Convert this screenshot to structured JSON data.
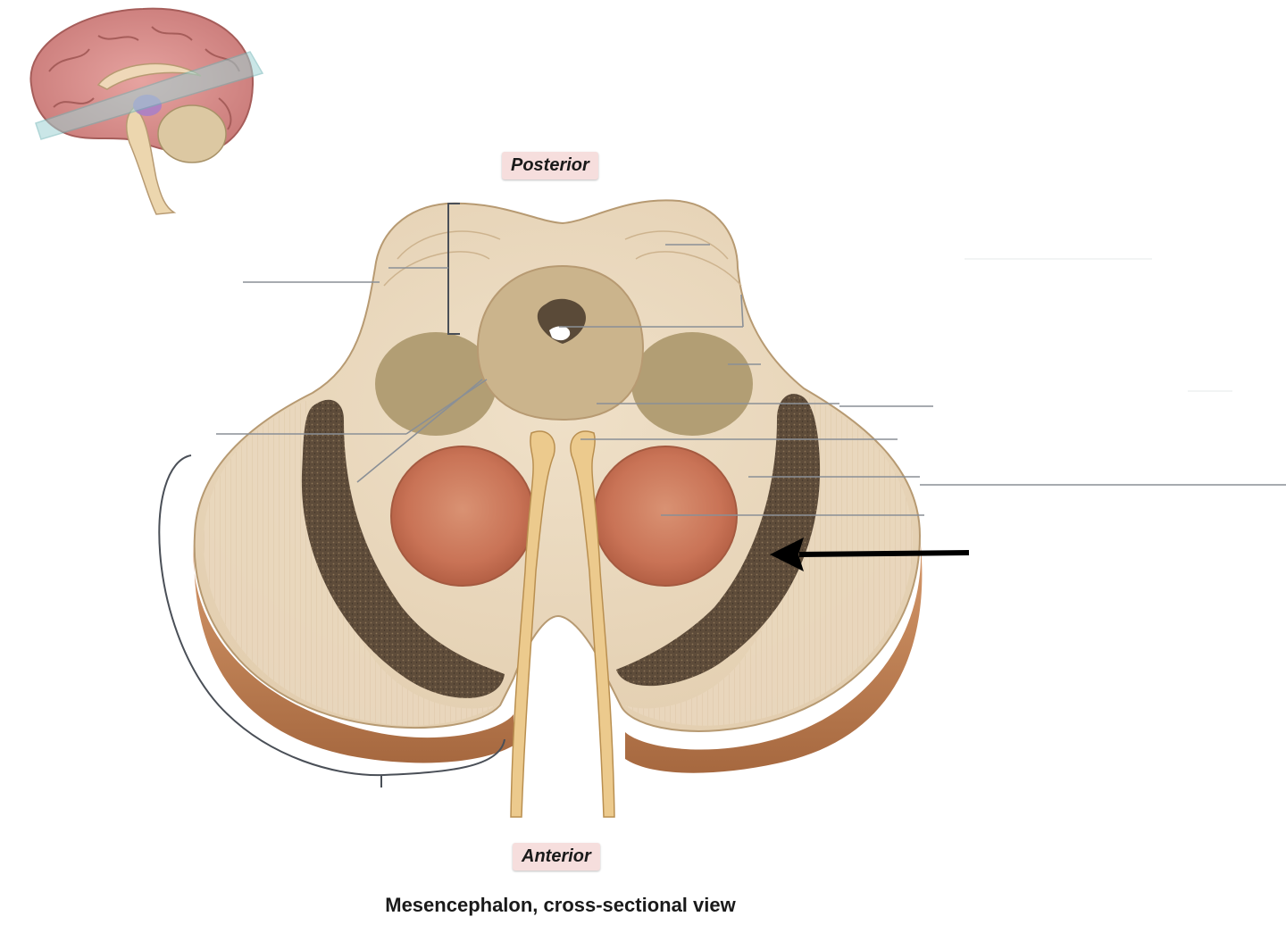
{
  "orientation": {
    "posterior": "Posterior",
    "anterior": "Anterior"
  },
  "caption": "Mesencephalon, cross-sectional view",
  "colors": {
    "white_matter": "#e9d7bd",
    "white_matter_shade": "#d9c2a0",
    "cut_edge": "#c1855a",
    "cut_edge_dark": "#a6683f",
    "gray_matter": "#c8b28b",
    "colliculus_nucleus": "#b29e74",
    "red_nucleus": "#c97356",
    "substantia_nigra": "#5e4c3a",
    "nerve": "#ecca8d",
    "leader_line": "#8a8f96",
    "arrow": "#000000",
    "label_box": "#f6dedd"
  },
  "icons": {
    "inset": "brain-sagittal-section-icon",
    "pointer": "black-arrow-icon"
  }
}
